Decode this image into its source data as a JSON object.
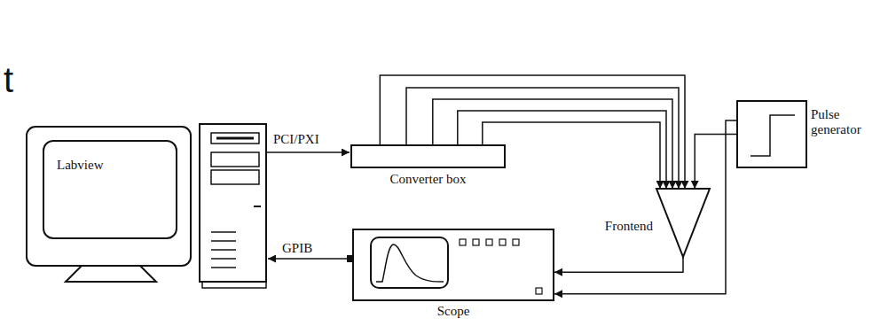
{
  "diagram": {
    "nodes": [
      {
        "text": [
          "Labview"
        ]
      },
      {
        "text": [
          "Converter box"
        ]
      },
      {
        "text": [
          "Pulse generator"
        ]
      },
      {
        "text": [
          "Frontend"
        ]
      },
      {
        "text": [
          "Scope"
        ]
      }
    ],
    "edges": [
      {
        "from": 1,
        "to": 3,
        "arrow": "to"
      },
      {
        "from": 1,
        "to": 3,
        "arrow": "to"
      },
      {
        "from": 1,
        "to": 3,
        "arrow": "to"
      },
      {
        "from": 1,
        "to": 3,
        "arrow": "to"
      },
      {
        "from": 1,
        "to": 3,
        "arrow": "to"
      },
      {
        "from": 2,
        "to": 3,
        "arrow": "to"
      },
      {
        "from": 3,
        "to": 4,
        "arrow": "to"
      },
      {
        "from": 2,
        "to": 4,
        "arrow": "to"
      }
    ],
    "labels": [
      "t",
      "PCI/PXI",
      "GPIB"
    ]
  }
}
